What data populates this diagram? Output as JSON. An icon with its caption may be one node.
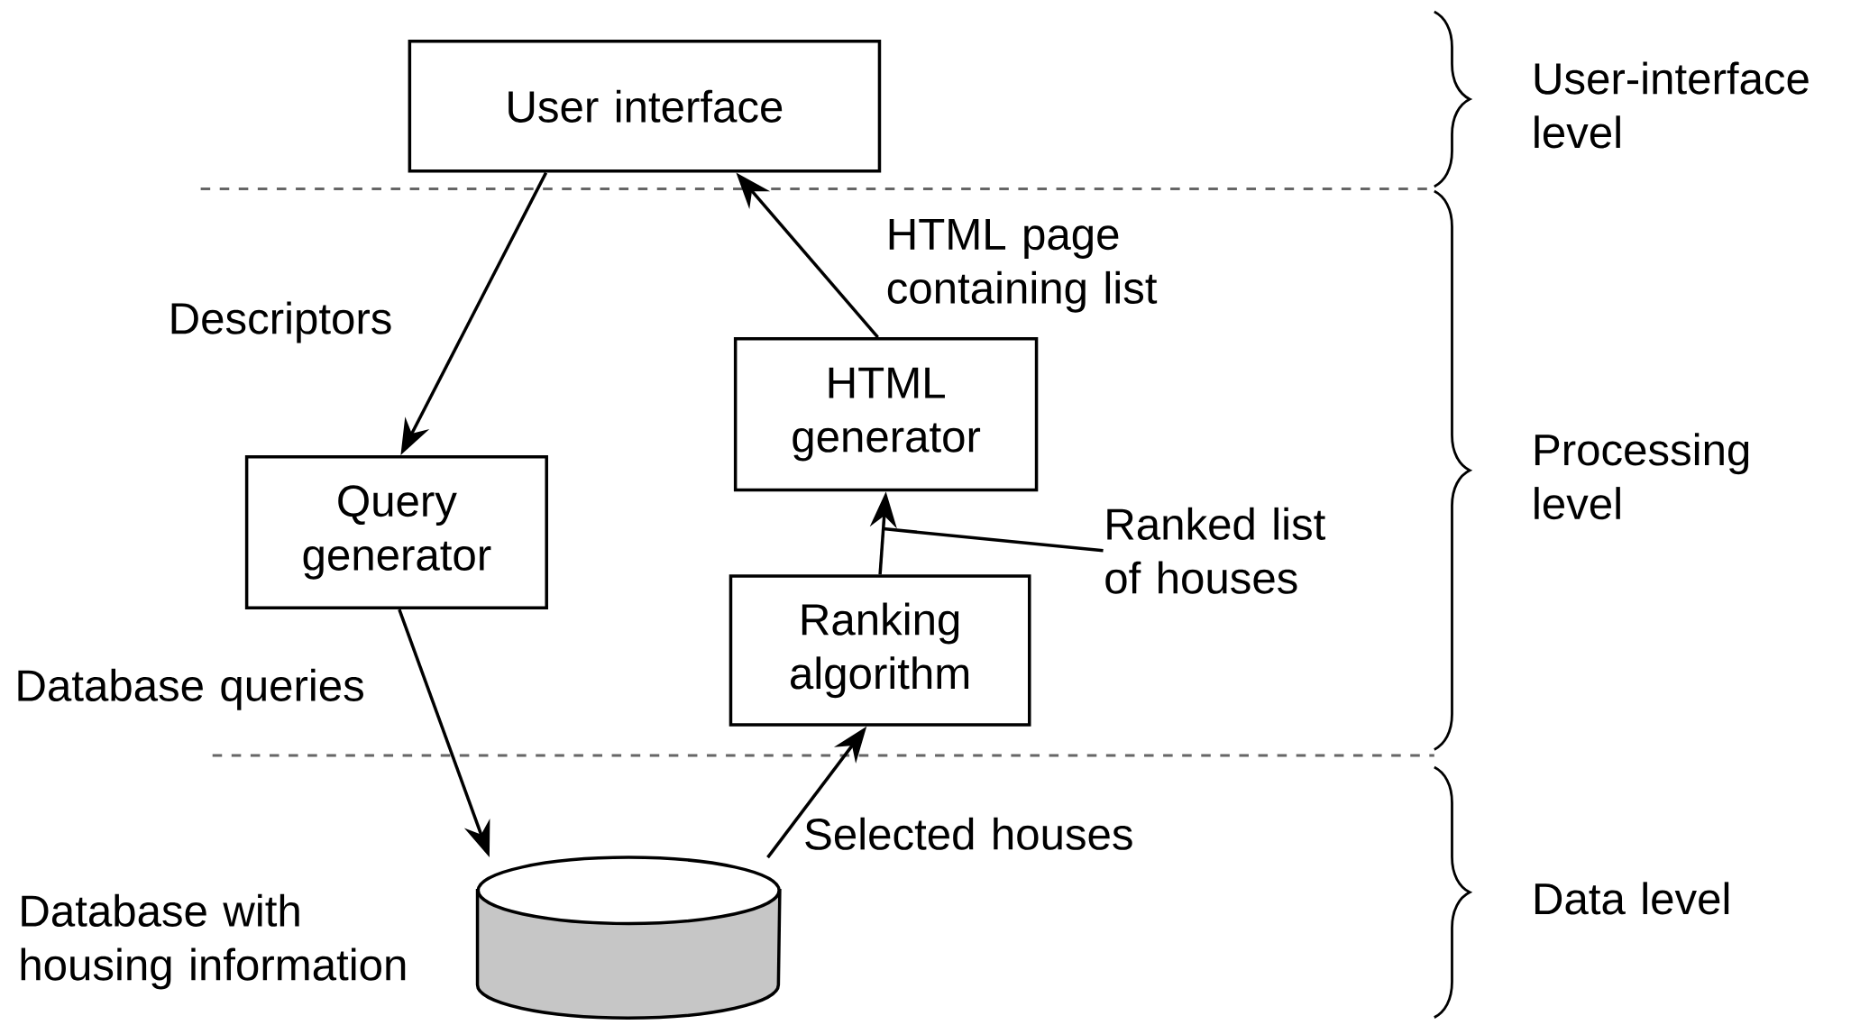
{
  "diagram": {
    "nodes": [
      {
        "text": [
          "User interface"
        ]
      },
      {
        "text": [
          "Query generator"
        ]
      },
      {
        "text": [
          "HTML generator"
        ]
      },
      {
        "text": [
          "Ranking algorithm"
        ]
      },
      {
        "text": [],
        "shape": "cylinder",
        "beside": [
          "Database with housing information"
        ]
      },
      {
        "text": [
          "Ranked list of houses"
        ]
      }
    ],
    "edges": [
      {
        "from": 0,
        "to": 1,
        "arrow": "to",
        "label": "Descriptors"
      },
      {
        "from": 2,
        "to": 0,
        "arrow": "to",
        "label": "HTML page containing list"
      },
      {
        "from": 3,
        "to": 2,
        "arrow": "to"
      },
      {
        "from": 1,
        "to": 4,
        "arrow": "to",
        "label": "Database queries"
      },
      {
        "from": 4,
        "to": 3,
        "arrow": "to",
        "label": "Selected houses"
      },
      {
        "from": 5,
        "to": null,
        "arrow": "none"
      }
    ],
    "labels": [
      "User-interface level",
      "Processing level",
      "Data level"
    ]
  }
}
